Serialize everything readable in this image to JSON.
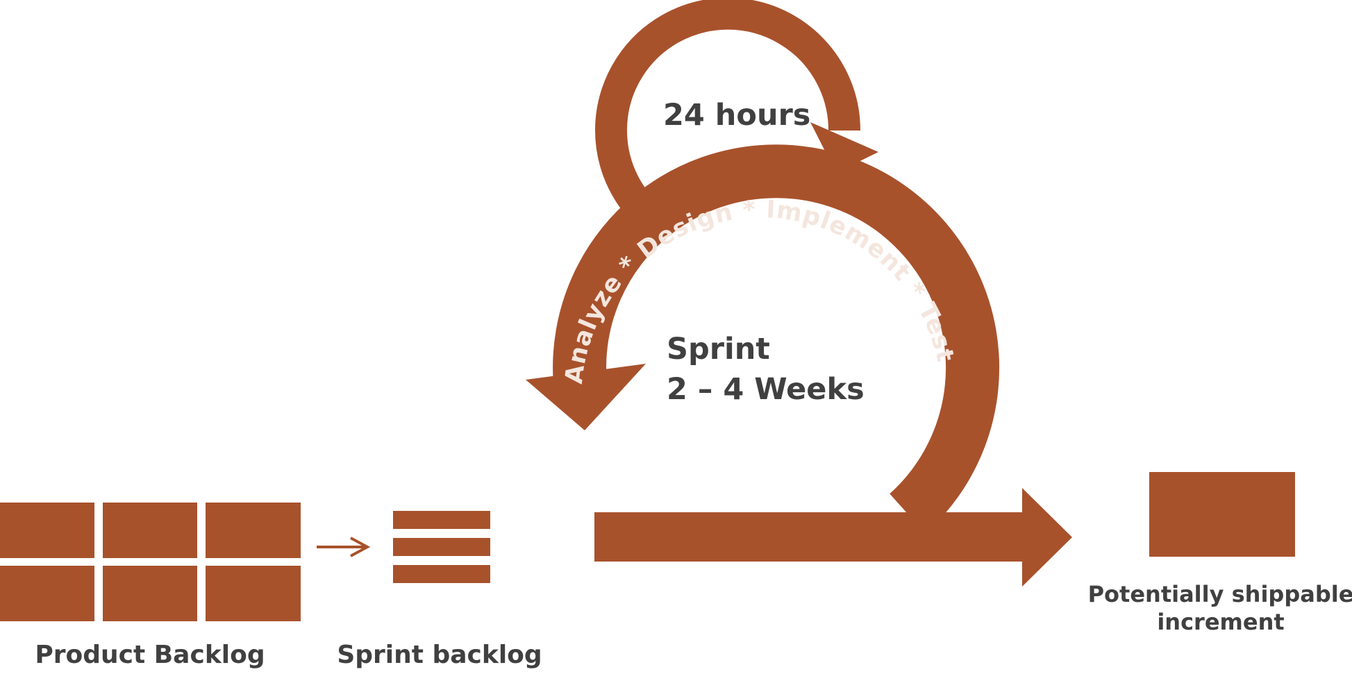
{
  "colors": {
    "accent": "#A8522C",
    "text": "#404040",
    "arc_text": "#F4E6DE",
    "background": "#FFFFFF"
  },
  "labels": {
    "daily_cycle": "24 hours",
    "sprint_title": "Sprint",
    "sprint_duration": "2 – 4 Weeks",
    "activities": "Analyze * Design * Implement * Test",
    "product_backlog": "Product Backlog",
    "sprint_backlog": "Sprint backlog",
    "increment_line1": "Potentially shippable",
    "increment_line2": "increment"
  }
}
